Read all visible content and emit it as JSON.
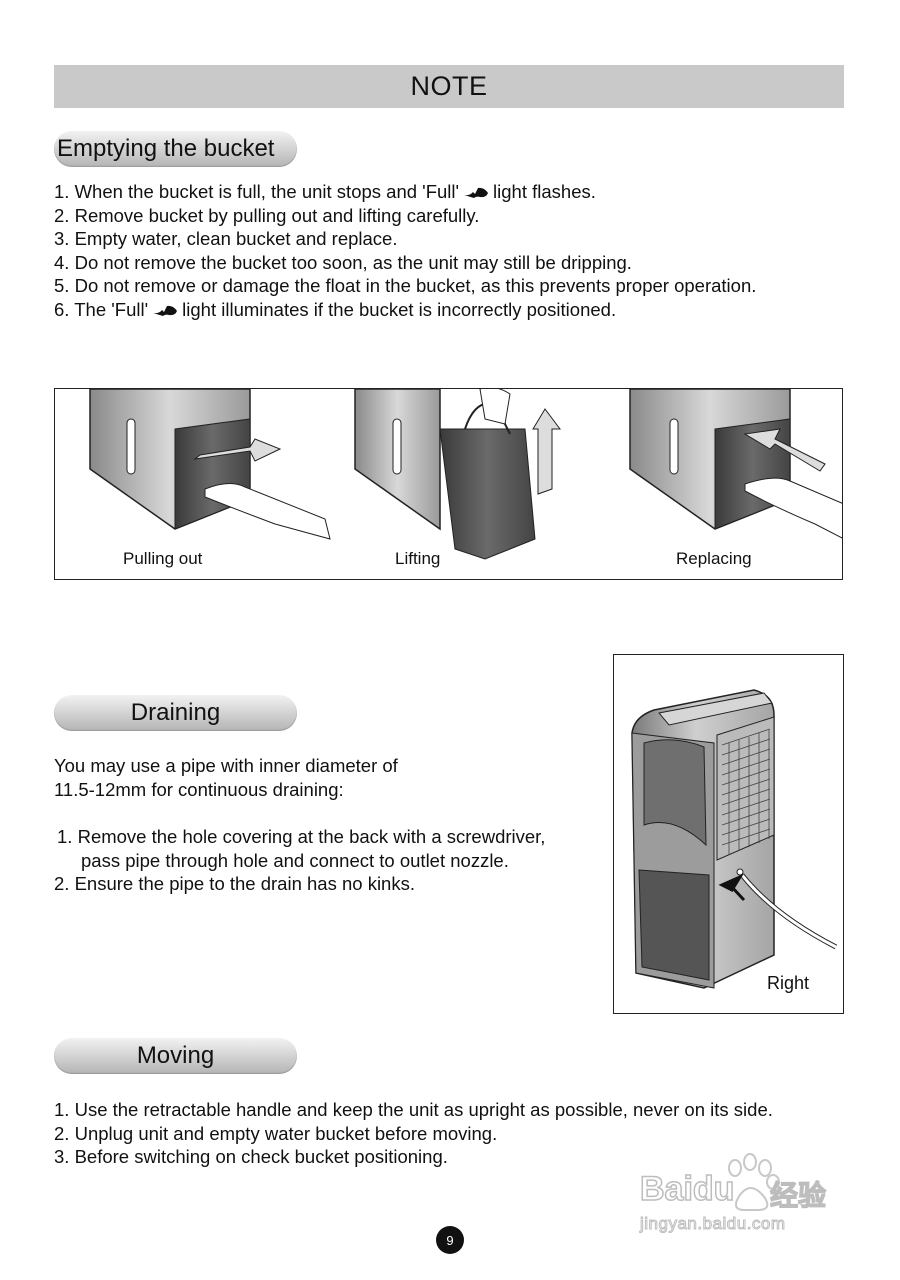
{
  "title": "NOTE",
  "sections": {
    "emptying": {
      "heading": "Emptying the bucket",
      "items": [
        {
          "num": "1.",
          "before": "When the bucket is full, the unit stops and 'Full'",
          "after": "light flashes."
        },
        {
          "num": "2.",
          "text": "Remove bucket by pulling out and lifting carefully."
        },
        {
          "num": "3.",
          "text": "Empty water, clean bucket and replace."
        },
        {
          "num": "4.",
          "text": "Do not remove the bucket too soon, as the unit may still be dripping."
        },
        {
          "num": "5.",
          "text": "Do not remove or damage the float in the bucket, as this prevents proper operation."
        },
        {
          "num": "6.",
          "before": "The 'Full'",
          "after": "light illuminates if the bucket is incorrectly positioned."
        }
      ],
      "figure_captions": [
        "Pulling out",
        "Lifting",
        "Replacing"
      ]
    },
    "draining": {
      "heading": "Draining",
      "intro_line1": "You may use a pipe with inner diameter of",
      "intro_line2": "11.5-12mm for continuous draining:",
      "items": [
        {
          "num": "1.",
          "text": "Remove the hole covering at the back with a screwdriver, pass pipe through hole and connect to outlet nozzle."
        },
        {
          "num": "2.",
          "text": "Ensure the pipe to the drain has no kinks."
        }
      ],
      "figure_caption": "Right"
    },
    "moving": {
      "heading": "Moving",
      "items": [
        {
          "num": "1.",
          "text": "Use the retractable handle and keep the unit as upright as possible, never on its side."
        },
        {
          "num": "2.",
          "text": "Unplug unit and empty water bucket before moving."
        },
        {
          "num": "3.",
          "text": "Before switching on check bucket positioning."
        }
      ]
    }
  },
  "page_number": "9",
  "watermark": {
    "brand": "Baidu",
    "cn": "经验",
    "url": "jingyan.baidu.com"
  },
  "icons": {
    "full_light": "water-drop-icon"
  }
}
